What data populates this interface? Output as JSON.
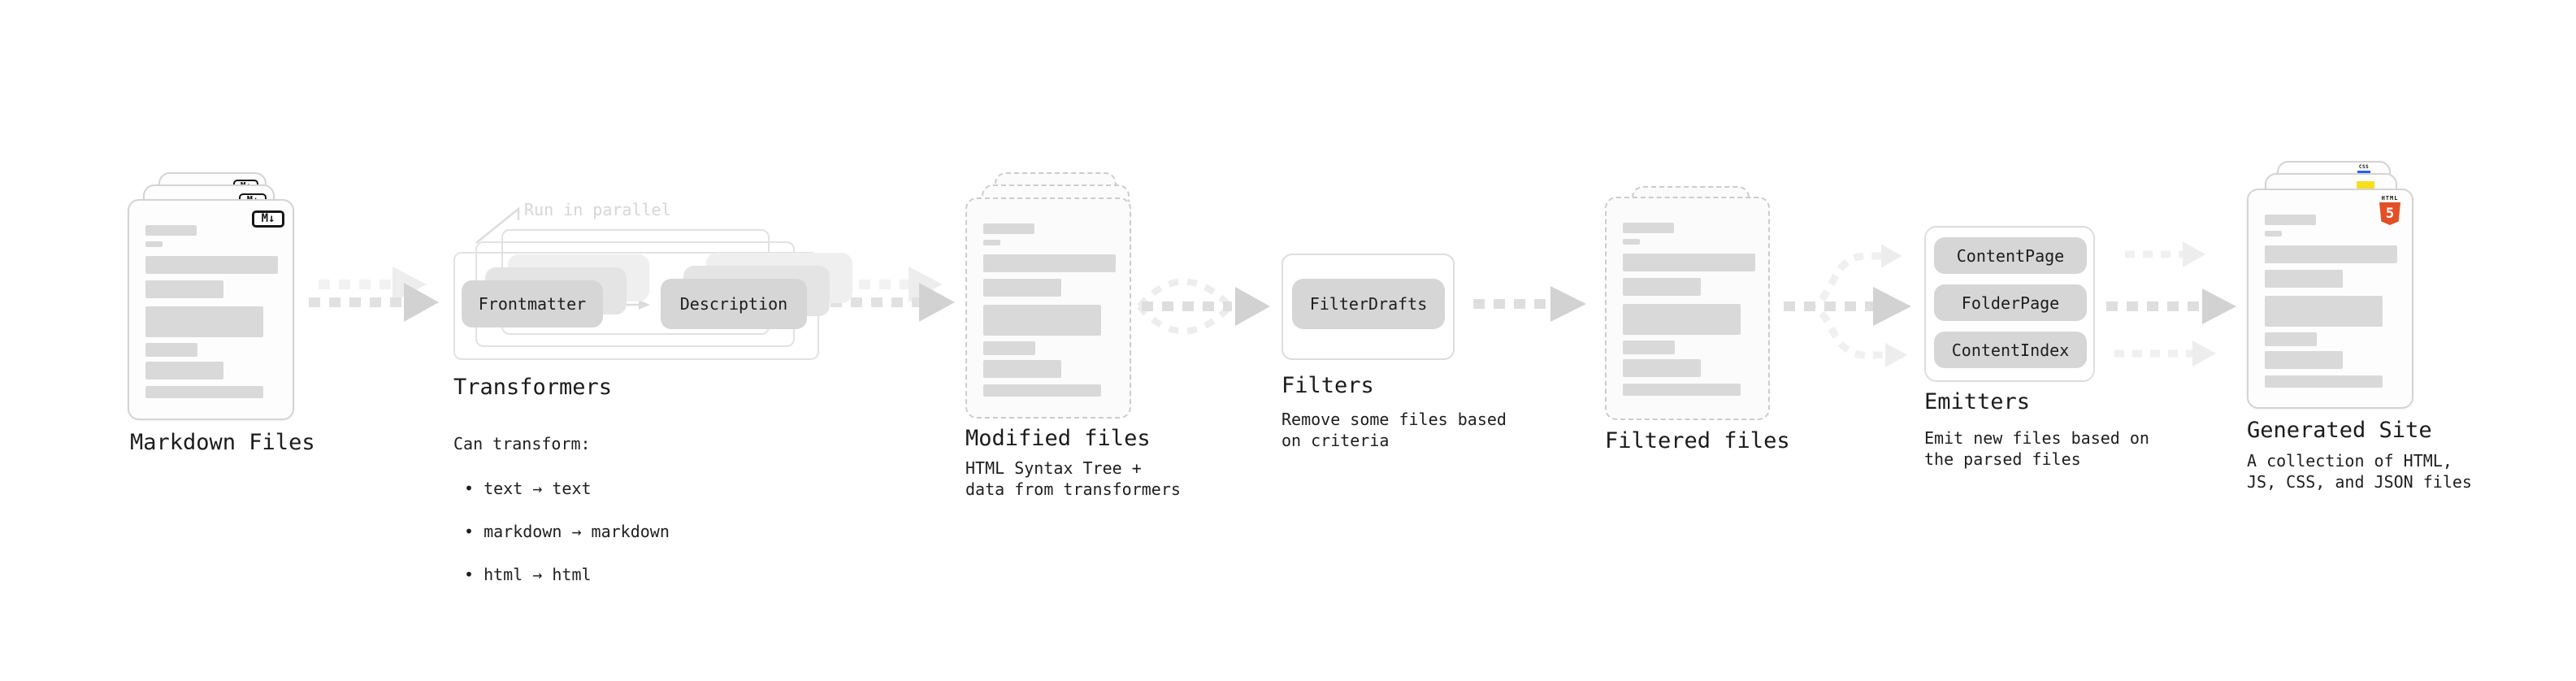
{
  "stages": {
    "markdown_files": {
      "label": "Markdown Files",
      "badge_glyph": "M↓"
    },
    "transformers": {
      "label": "Transformers",
      "annotation": "Run in parallel",
      "plugins": [
        "Frontmatter",
        "Description"
      ],
      "caption_title": "Can transform:",
      "bullets": [
        "text → text",
        "markdown → markdown",
        "html → html"
      ]
    },
    "modified_files": {
      "label": "Modified files",
      "caption": "HTML Syntax Tree +\ndata from transformers"
    },
    "filters": {
      "label": "Filters",
      "plugins": [
        "FilterDrafts"
      ],
      "caption": "Remove some files based\non criteria"
    },
    "filtered_files": {
      "label": "Filtered files"
    },
    "emitters": {
      "label": "Emitters",
      "plugins": [
        "ContentPage",
        "FolderPage",
        "ContentIndex"
      ],
      "caption": "Emit new files based on\nthe parsed files"
    },
    "generated_site": {
      "label": "Generated Site",
      "caption": "A collection of HTML,\nJS, CSS, and JSON files",
      "file_badges": {
        "css_label": "CSS",
        "html_label": "HTML",
        "html_number": "5"
      }
    }
  },
  "colors": {
    "accent_html5": "#e34f26",
    "accent_js": "#f7df1e",
    "accent_css": "#2862e9",
    "bar_gray": "#d9d9d9",
    "chip_gray": "#d6d6d6"
  }
}
